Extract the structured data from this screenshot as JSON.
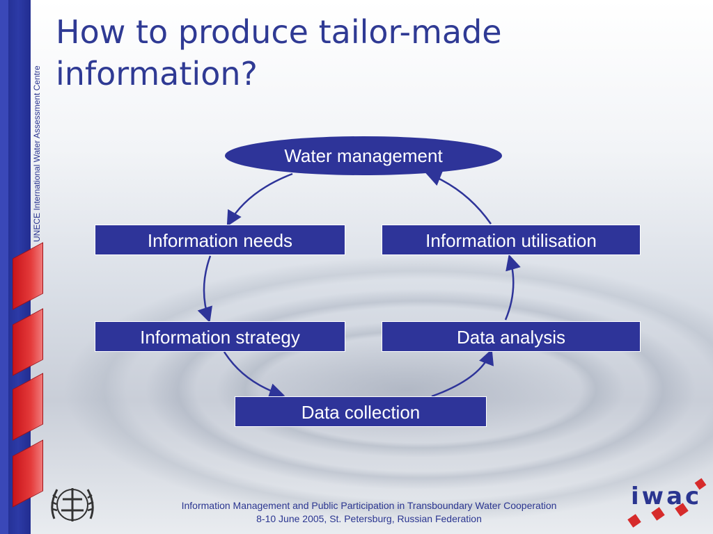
{
  "slide": {
    "title": "How to produce tailor-made information?",
    "sidebar_text": "UNECE International Water Assessment Centre"
  },
  "diagram": {
    "nodes": {
      "water_management": "Water management",
      "information_needs": "Information needs",
      "information_utilisation": "Information utilisation",
      "information_strategy": "Information strategy",
      "data_analysis": "Data analysis",
      "data_collection": "Data collection"
    }
  },
  "footer": {
    "line1": "Information Management and Public Participation in Transboundary Water Cooperation",
    "line2": "8-10 June 2005, St. Petersburg, Russian Federation"
  },
  "logos": {
    "right": "iwac",
    "left": "un-emblem-icon"
  },
  "colors": {
    "primary": "#2e3499",
    "accent": "#d62b2b",
    "title": "#2f3a94"
  }
}
